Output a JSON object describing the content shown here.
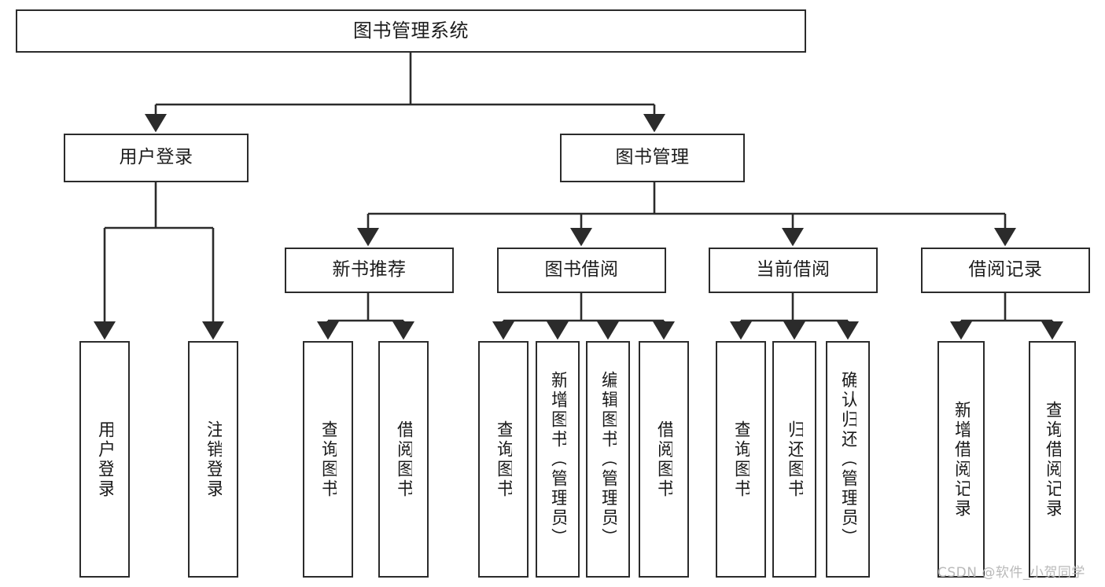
{
  "diagram": {
    "title": "图书管理系统",
    "type": "tree-hierarchy-chart",
    "background": "#ffffff",
    "line_color": "#2b2b2b",
    "box_border_color": "#2b2b2b",
    "text_color": "#1c1c1c"
  },
  "nodes": {
    "root": {
      "label": "图书管理系统"
    },
    "level2": [
      {
        "label": "用户登录"
      },
      {
        "label": "图书管理"
      }
    ],
    "level3": [
      {
        "label": "新书推荐"
      },
      {
        "label": "图书借阅"
      },
      {
        "label": "当前借阅"
      },
      {
        "label": "借阅记录"
      }
    ],
    "leaves": {
      "user_login": [
        {
          "label": "用户登录"
        },
        {
          "label": "注销登录"
        }
      ],
      "new_book_recommend": [
        {
          "label": "查询图书"
        },
        {
          "label": "借阅图书"
        }
      ],
      "book_borrow": [
        {
          "label": "查询图书"
        },
        {
          "label": "新增图书（管理员）"
        },
        {
          "label": "编辑图书（管理员）"
        },
        {
          "label": "借阅图书"
        }
      ],
      "current_borrow": [
        {
          "label": "查询图书"
        },
        {
          "label": "归还图书"
        },
        {
          "label": "确认归还（管理员）"
        }
      ],
      "borrow_record": [
        {
          "label": "新增借阅记录"
        },
        {
          "label": "查询借阅记录"
        }
      ]
    }
  },
  "watermark": {
    "text": "CSDN @软件_小贺同学",
    "color": "#b9b9b9"
  }
}
